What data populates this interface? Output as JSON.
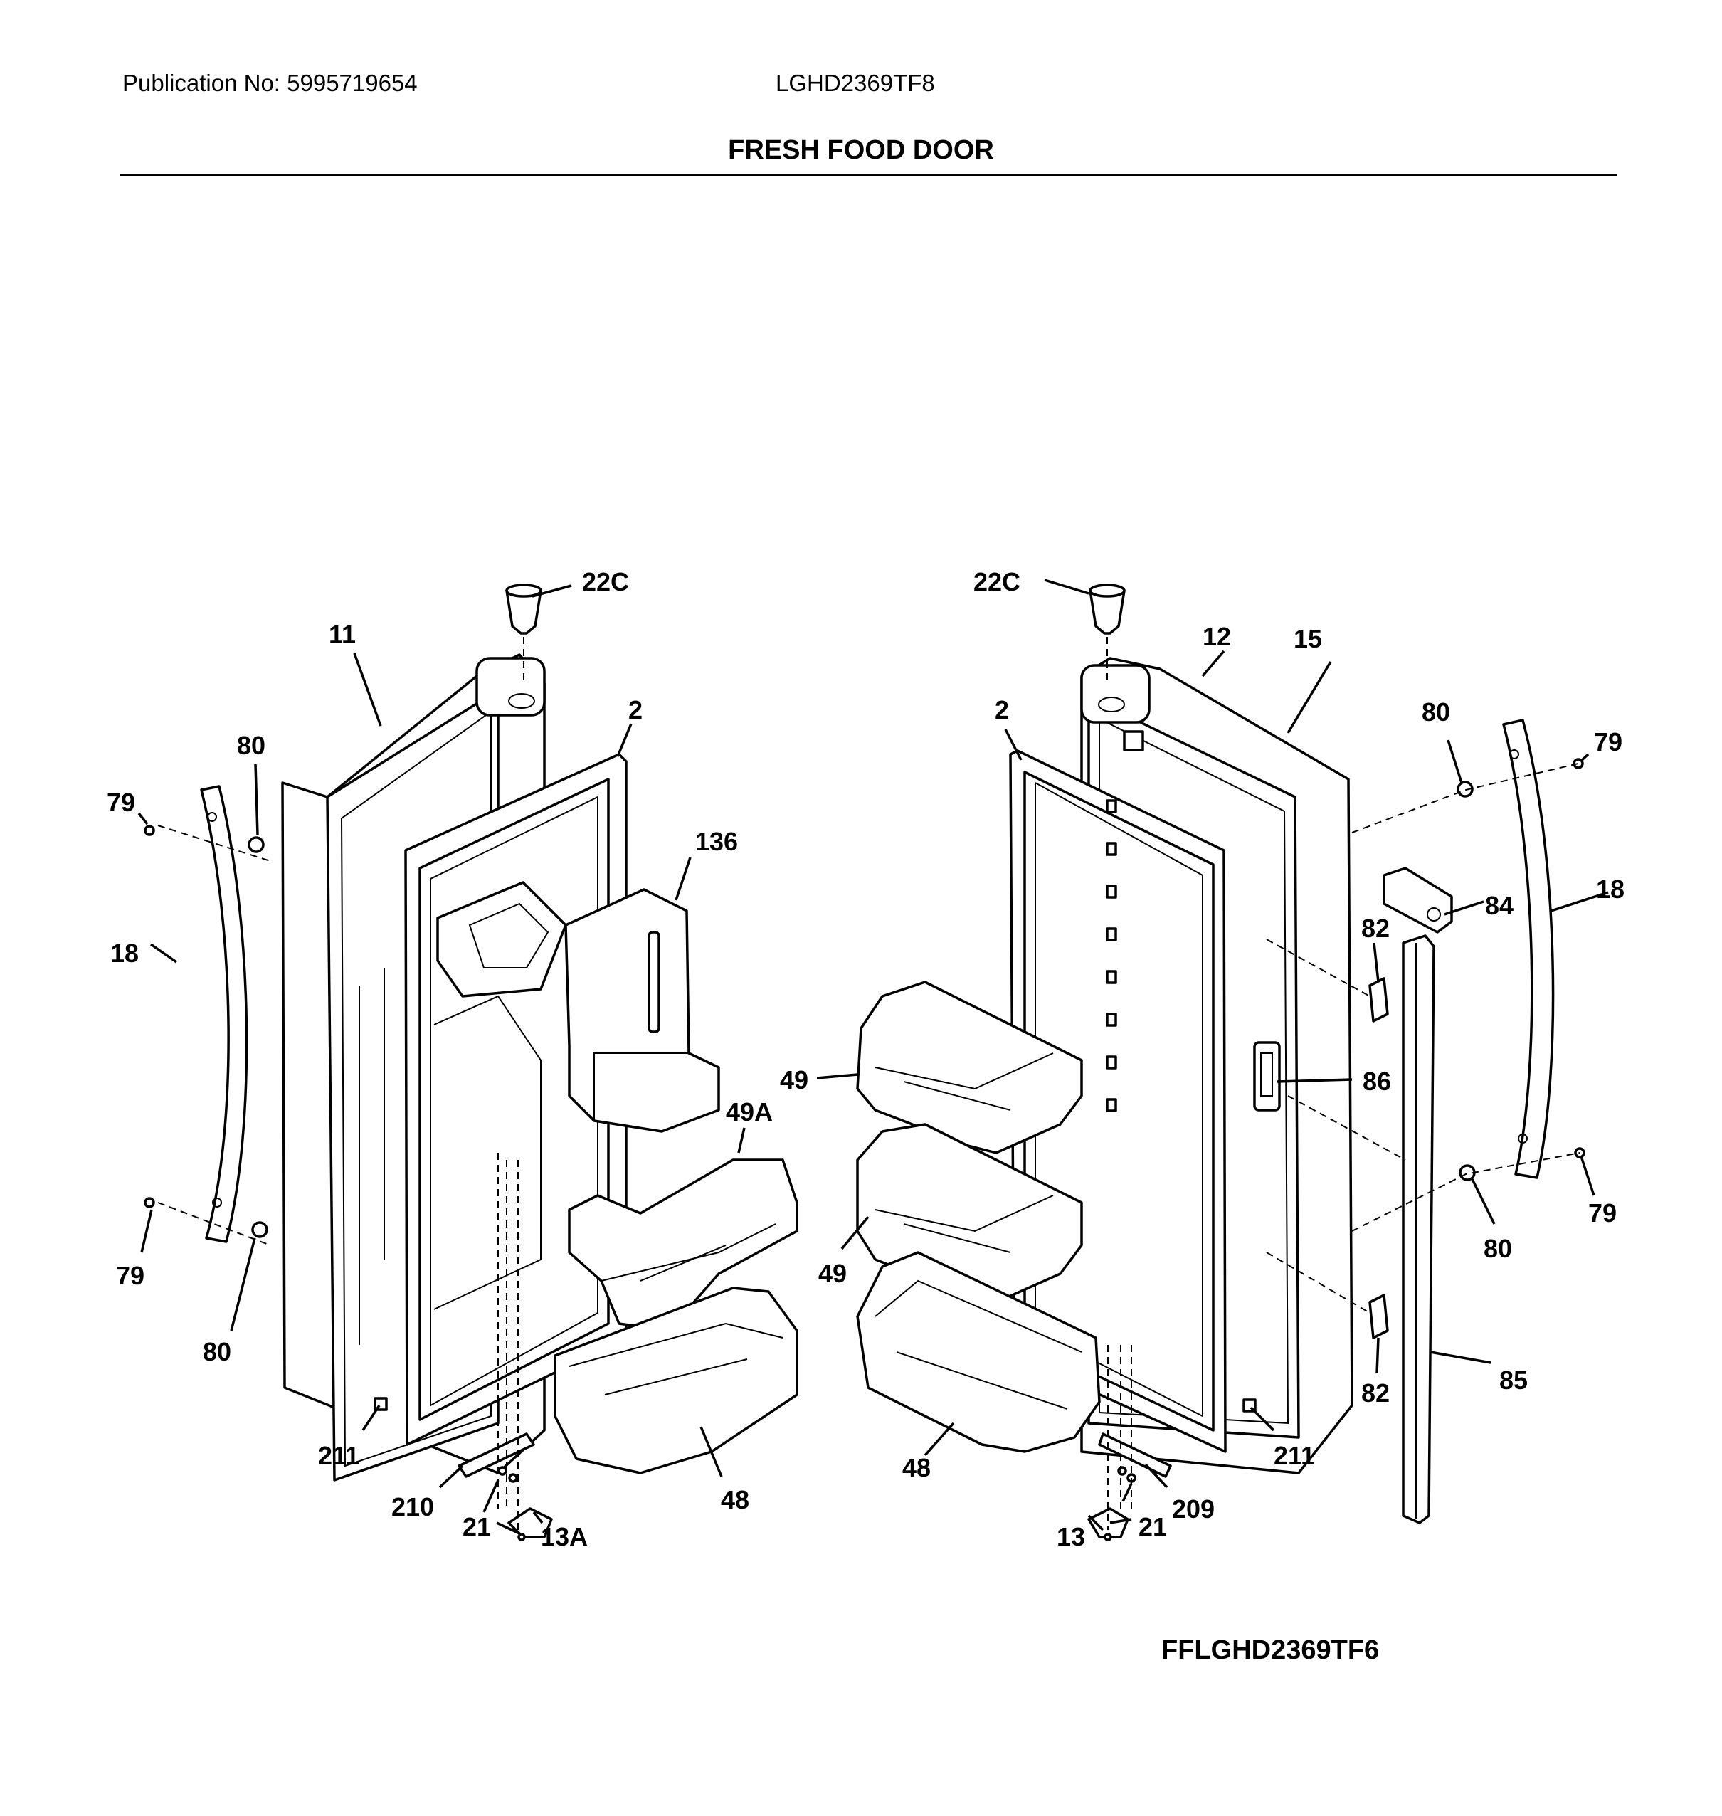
{
  "header": {
    "publication": "Publication No: 5995719654",
    "model": "LGHD2369TF8",
    "title": "FRESH FOOD DOOR"
  },
  "figure_code": "FFLGHD2369TF6",
  "callouts": {
    "c22C_l": "22C",
    "c11": "11",
    "c2_l": "2",
    "c80_lt": "80",
    "c79_lt": "79",
    "c136": "136",
    "c18_l": "18",
    "c49A": "49A",
    "c79_lb": "79",
    "c80_lb": "80",
    "c211_l": "211",
    "c210": "210",
    "c21_l": "21",
    "c13A": "13A",
    "c48_l": "48",
    "c22C_r": "22C",
    "c12": "12",
    "c15": "15",
    "c2_r": "2",
    "c80_rt": "80",
    "c79_rt": "79",
    "c18_r": "18",
    "c84": "84",
    "c82_t": "82",
    "c49_t": "49",
    "c86": "86",
    "c49_b": "49",
    "c79_rb": "79",
    "c80_rb": "80",
    "c82_b": "82",
    "c85": "85",
    "c211_r": "211",
    "c48_r": "48",
    "c209": "209",
    "c13": "13",
    "c21_r": "21"
  }
}
